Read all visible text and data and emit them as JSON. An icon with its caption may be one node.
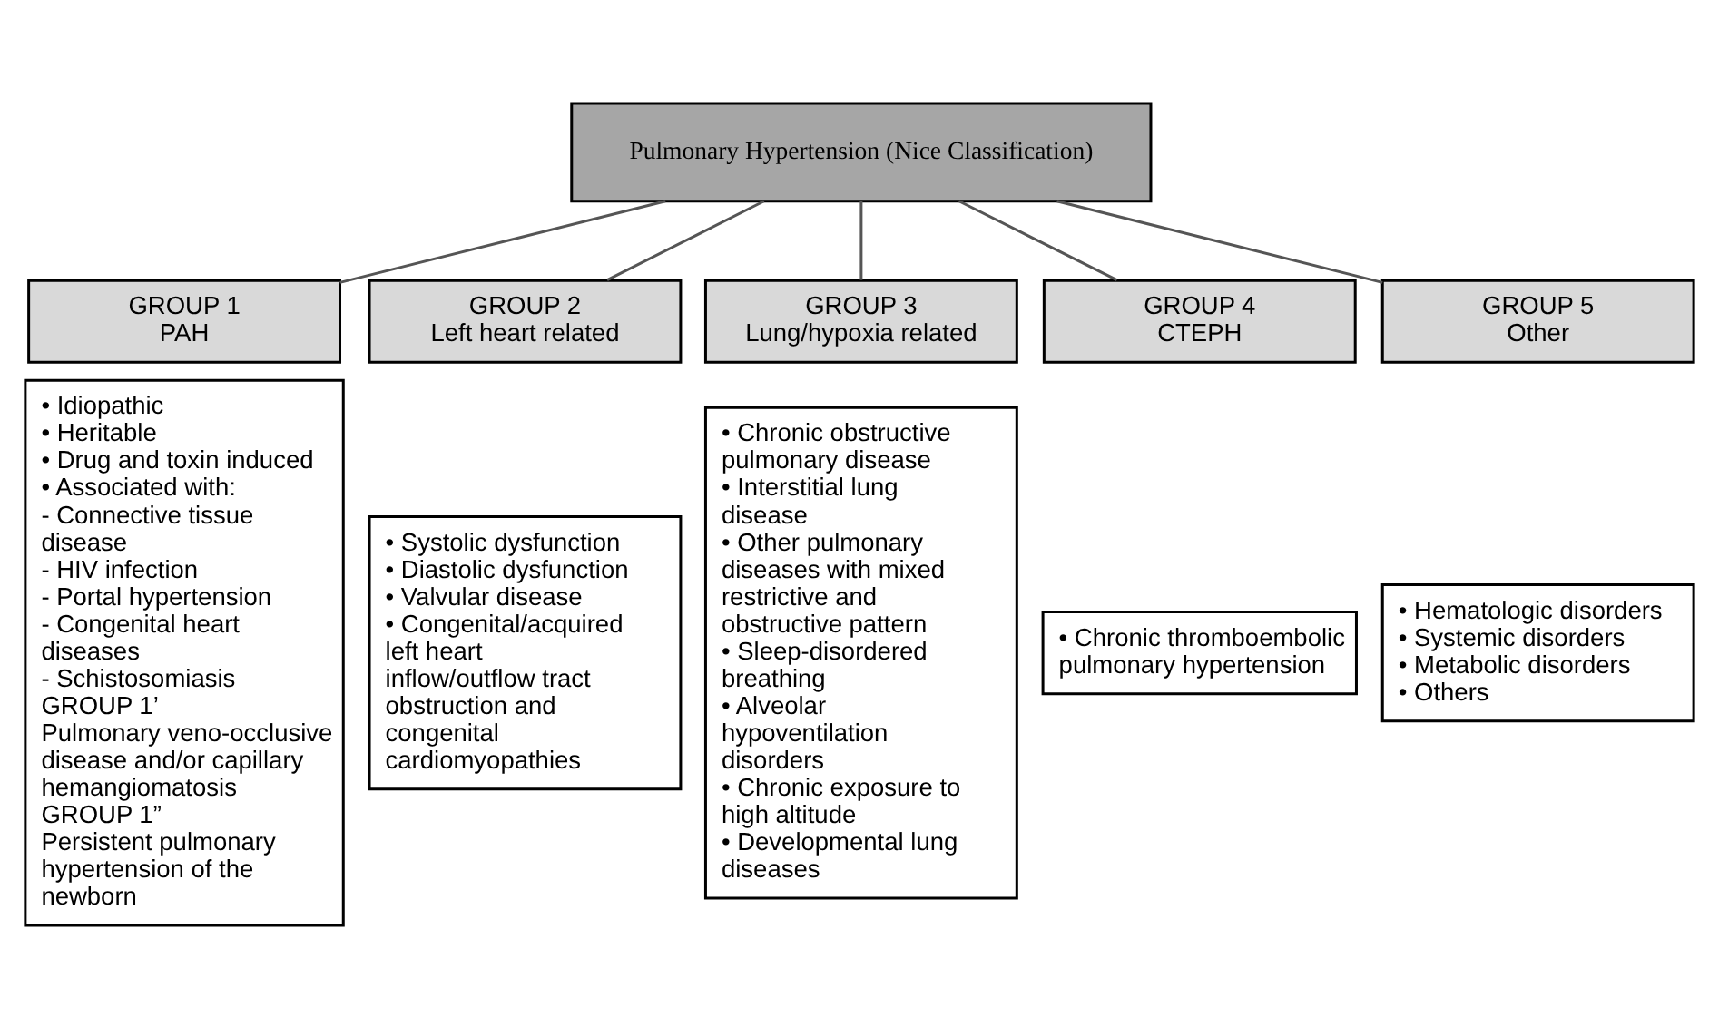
{
  "diagram": {
    "nodes": [
      {
        "text": [
          "Pulmonary Hypertension (Nice Classification)"
        ]
      },
      {
        "text": [
          "GROUP 1",
          "PAH"
        ]
      },
      {
        "text": [
          "• Idiopathic",
          "• Heritable",
          "• Drug and toxin induced",
          "• Associated with:",
          "- Connective tissue disease",
          "- HIV infection",
          "- Portal hypertension",
          "- Congenital heart diseases",
          "- Schistosomiasis",
          "GROUP 1’",
          "Pulmonary veno-occlusive disease and/or capillary hemangiomatosis",
          "GROUP 1”",
          "Persistent pulmonary hypertension of the newborn"
        ]
      },
      {
        "text": [
          "GROUP 2",
          "Left heart related"
        ]
      },
      {
        "text": [
          "• Systolic dysfunction",
          "• Diastolic dysfunction",
          "• Valvular disease",
          "• Congenital/acquired left heart inflow/outflow tract obstruction and congenital cardiomyopathies"
        ]
      },
      {
        "text": [
          "GROUP 3",
          "Lung/hypoxia related"
        ]
      },
      {
        "text": [
          "• Chronic obstructive pulmonary disease",
          "• Interstitial lung disease",
          "• Other pulmonary diseases with mixed restrictive and obstructive pattern",
          "• Sleep-disordered breathing",
          "• Alveolar hypoventilation disorders",
          "• Chronic exposure to high altitude",
          "• Developmental lung diseases"
        ]
      },
      {
        "text": [
          "GROUP 4",
          "CTEPH"
        ]
      },
      {
        "text": [
          "• Chronic thromboembolic pulmonary hypertension"
        ]
      },
      {
        "text": [
          "GROUP 5",
          "Other"
        ]
      },
      {
        "text": [
          "• Hematologic disorders",
          "• Systemic disorders",
          "• Metabolic disorders",
          "• Others"
        ]
      }
    ],
    "edges": [
      {
        "from": 0,
        "to": 1,
        "arrow": "none"
      },
      {
        "from": 0,
        "to": 3,
        "arrow": "none"
      },
      {
        "from": 0,
        "to": 5,
        "arrow": "none"
      },
      {
        "from": 0,
        "to": 7,
        "arrow": "none"
      },
      {
        "from": 0,
        "to": 9,
        "arrow": "none"
      }
    ]
  }
}
